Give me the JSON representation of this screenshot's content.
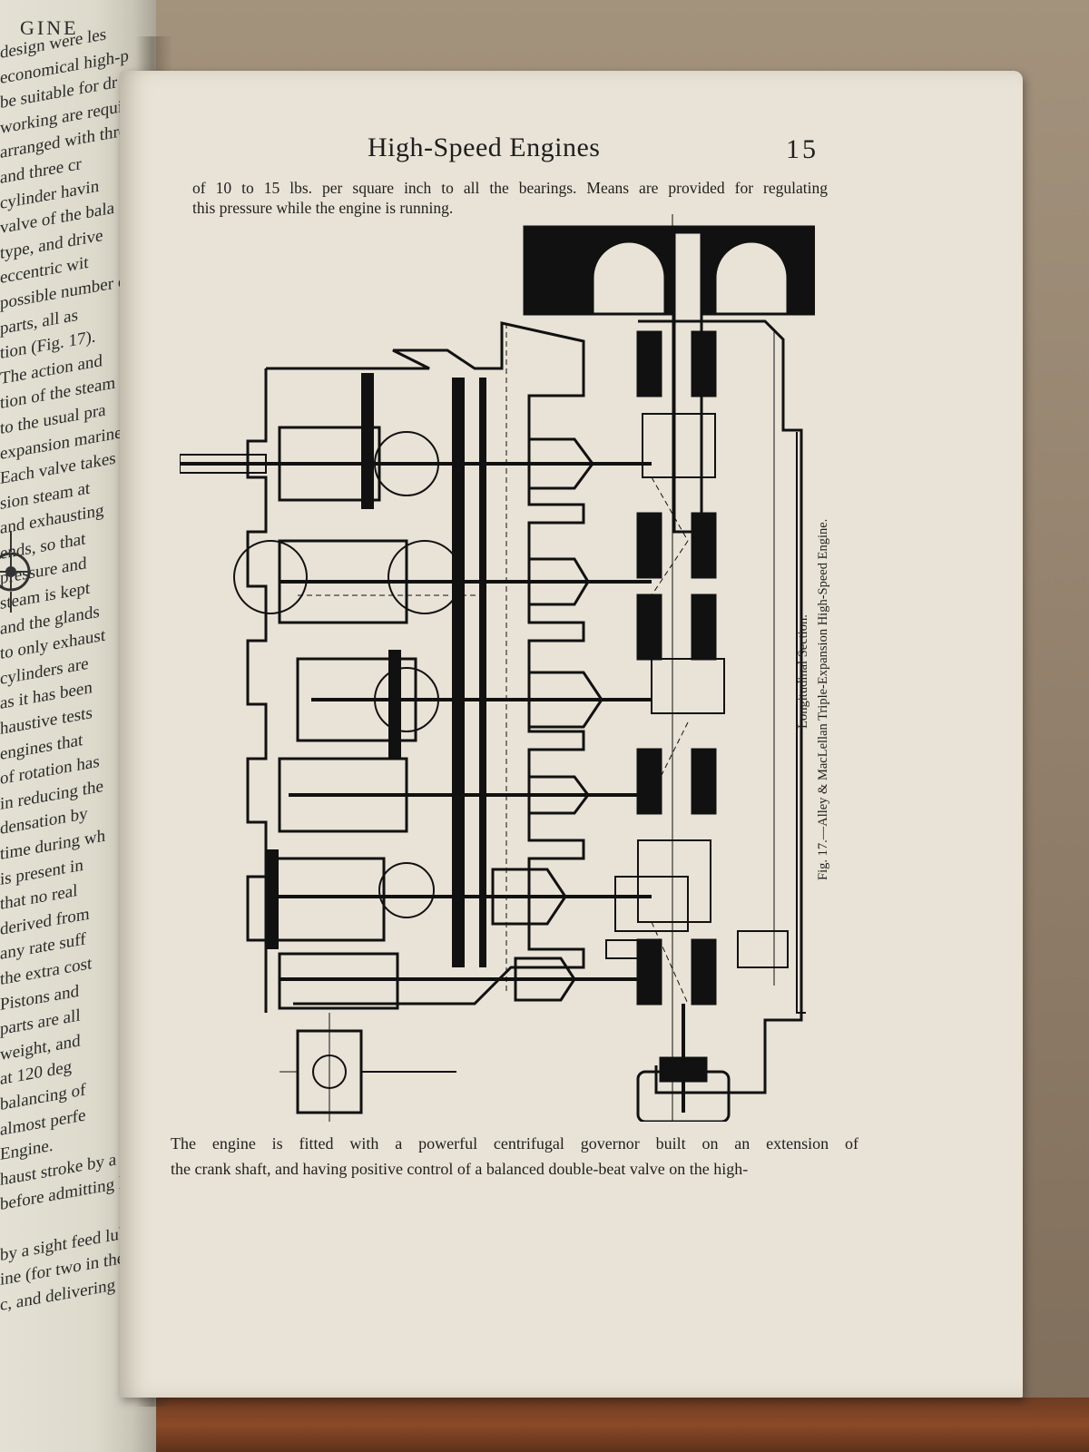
{
  "book": {
    "running_head": "High-Speed Engines",
    "page_number": "15",
    "top_text": [
      "of 10 to 15 lbs. per square inch to all the bearings.   Means are provided for regulating",
      "this pressure while the engine is running."
    ],
    "figure_caption": [
      "Longitudinal Section.",
      "Fig. 17.—Alley & MacLellan Triple-Expansion High-Speed Engine."
    ],
    "bottom_text": [
      "The engine is fitted with a powerful centrifugal governor built on an extension of",
      "the crank shaft, and having positive control of a balanced double-beat valve on the high-"
    ]
  },
  "left_page": {
    "header_fragment": "GINE",
    "lines": [
      "design were les",
      "economical high-p",
      "be suitable for dr",
      "working are requi",
      "arranged with thre",
      "and three cr",
      "cylinder havin",
      "valve of the bala",
      "type, and drive",
      "eccentric wit",
      "possible number o",
      "parts, all as",
      "tion (Fig. 17).",
      "The action and",
      "tion of the steam",
      "to the usual pra",
      "expansion marine",
      "Each valve takes",
      "sion steam at",
      "and exhausting",
      "ends, so that",
      "pressure and",
      "steam is kept",
      "and the glands",
      "to only exhaust",
      "cylinders are",
      "as it has been",
      "haustive tests",
      "engines that",
      "of rotation has",
      "in reducing the",
      "densation by",
      "time during wh",
      "is present in",
      "that no real",
      "derived from",
      "any rate suff",
      "the extra cost",
      "Pistons and",
      "parts are all",
      "weight, and",
      "at 120 deg",
      "balancing of",
      "almost perfe",
      "Engine.",
      "haust stroke by a gradual",
      "before admitting live",
      "",
      "by a sight feed lubricator",
      "ine (for two in the last",
      "c, and delivering oil"
    ]
  }
}
